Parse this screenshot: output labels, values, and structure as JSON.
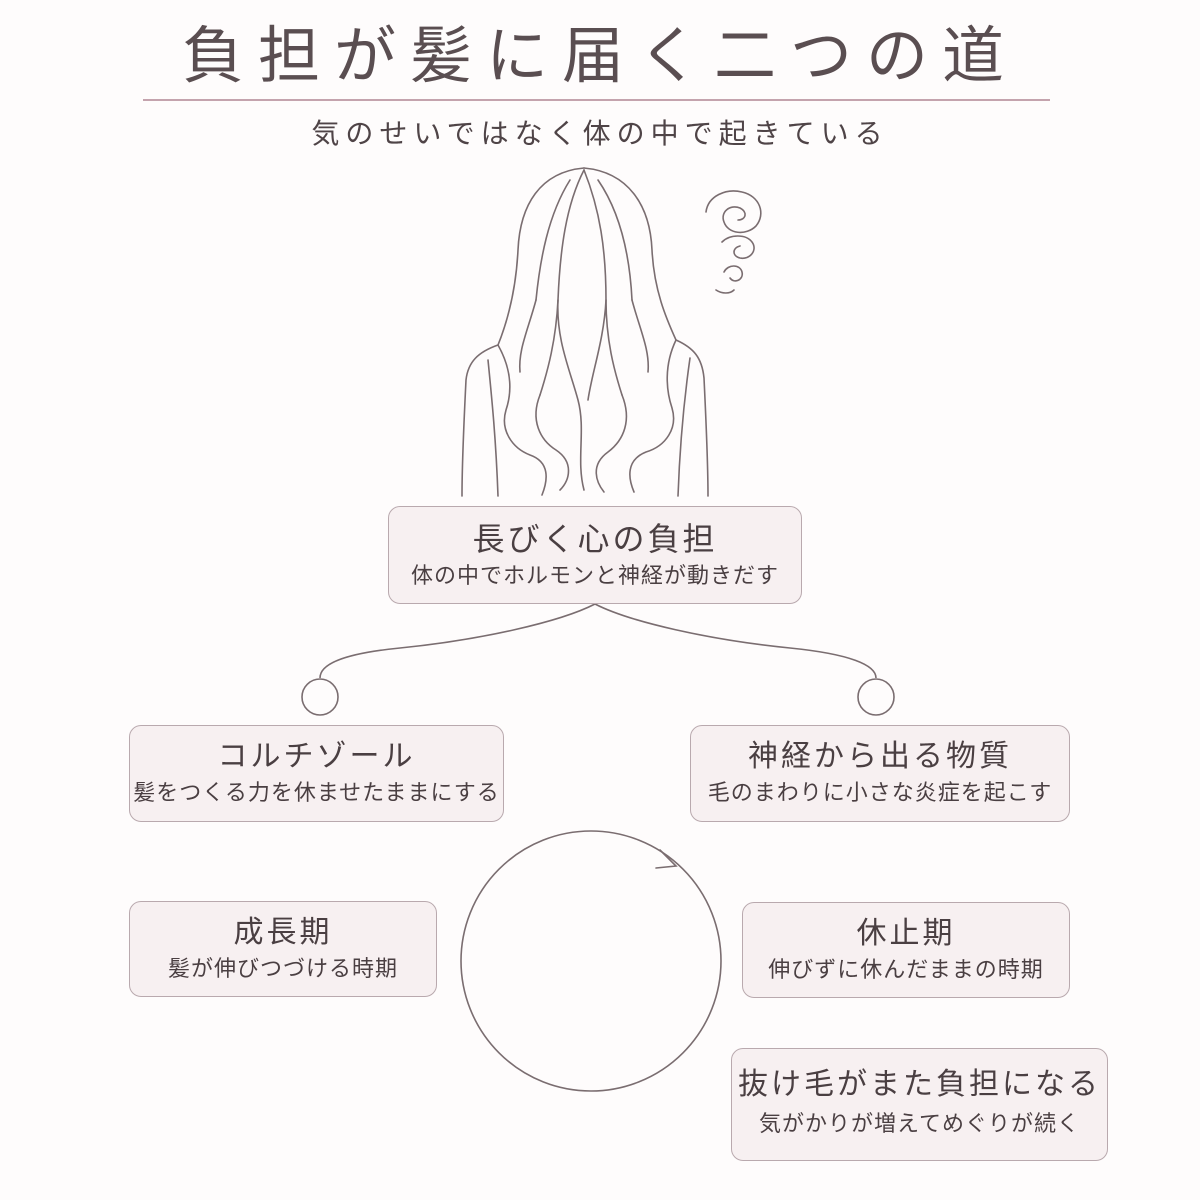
{
  "title": "負担が髪に届く二つの道",
  "subtitle": "気のせいではなく体の中で起きている",
  "nodes": {
    "stress": {
      "title": "長びく心の負担",
      "desc": "体の中でホルモンと神経が動きだす"
    },
    "cortisol": {
      "title": "コルチゾール",
      "desc": "髪をつくる力を休ませたままにする"
    },
    "nerve": {
      "title": "神経から出る物質",
      "desc": "毛のまわりに小さな炎症を起こす"
    },
    "growth": {
      "title": "成長期",
      "desc": "髪が伸びつづける時期"
    },
    "rest": {
      "title": "休止期",
      "desc": "伸びずに休んだままの時期"
    },
    "loss": {
      "title": "抜け毛がまた負担になる",
      "desc": "気がかりが増えてめぐりが続く"
    }
  },
  "icons": {
    "illustration": "woman-back-view-illustration",
    "worry": "worry-swirl-icon",
    "cycle": "cycle-arrow-icon"
  },
  "colors": {
    "background": "#fefcfc",
    "box_fill": "#f7f0f1",
    "box_border": "#b9a9ae",
    "line": "#7a6d70",
    "title_rule": "#c4a3ad"
  }
}
